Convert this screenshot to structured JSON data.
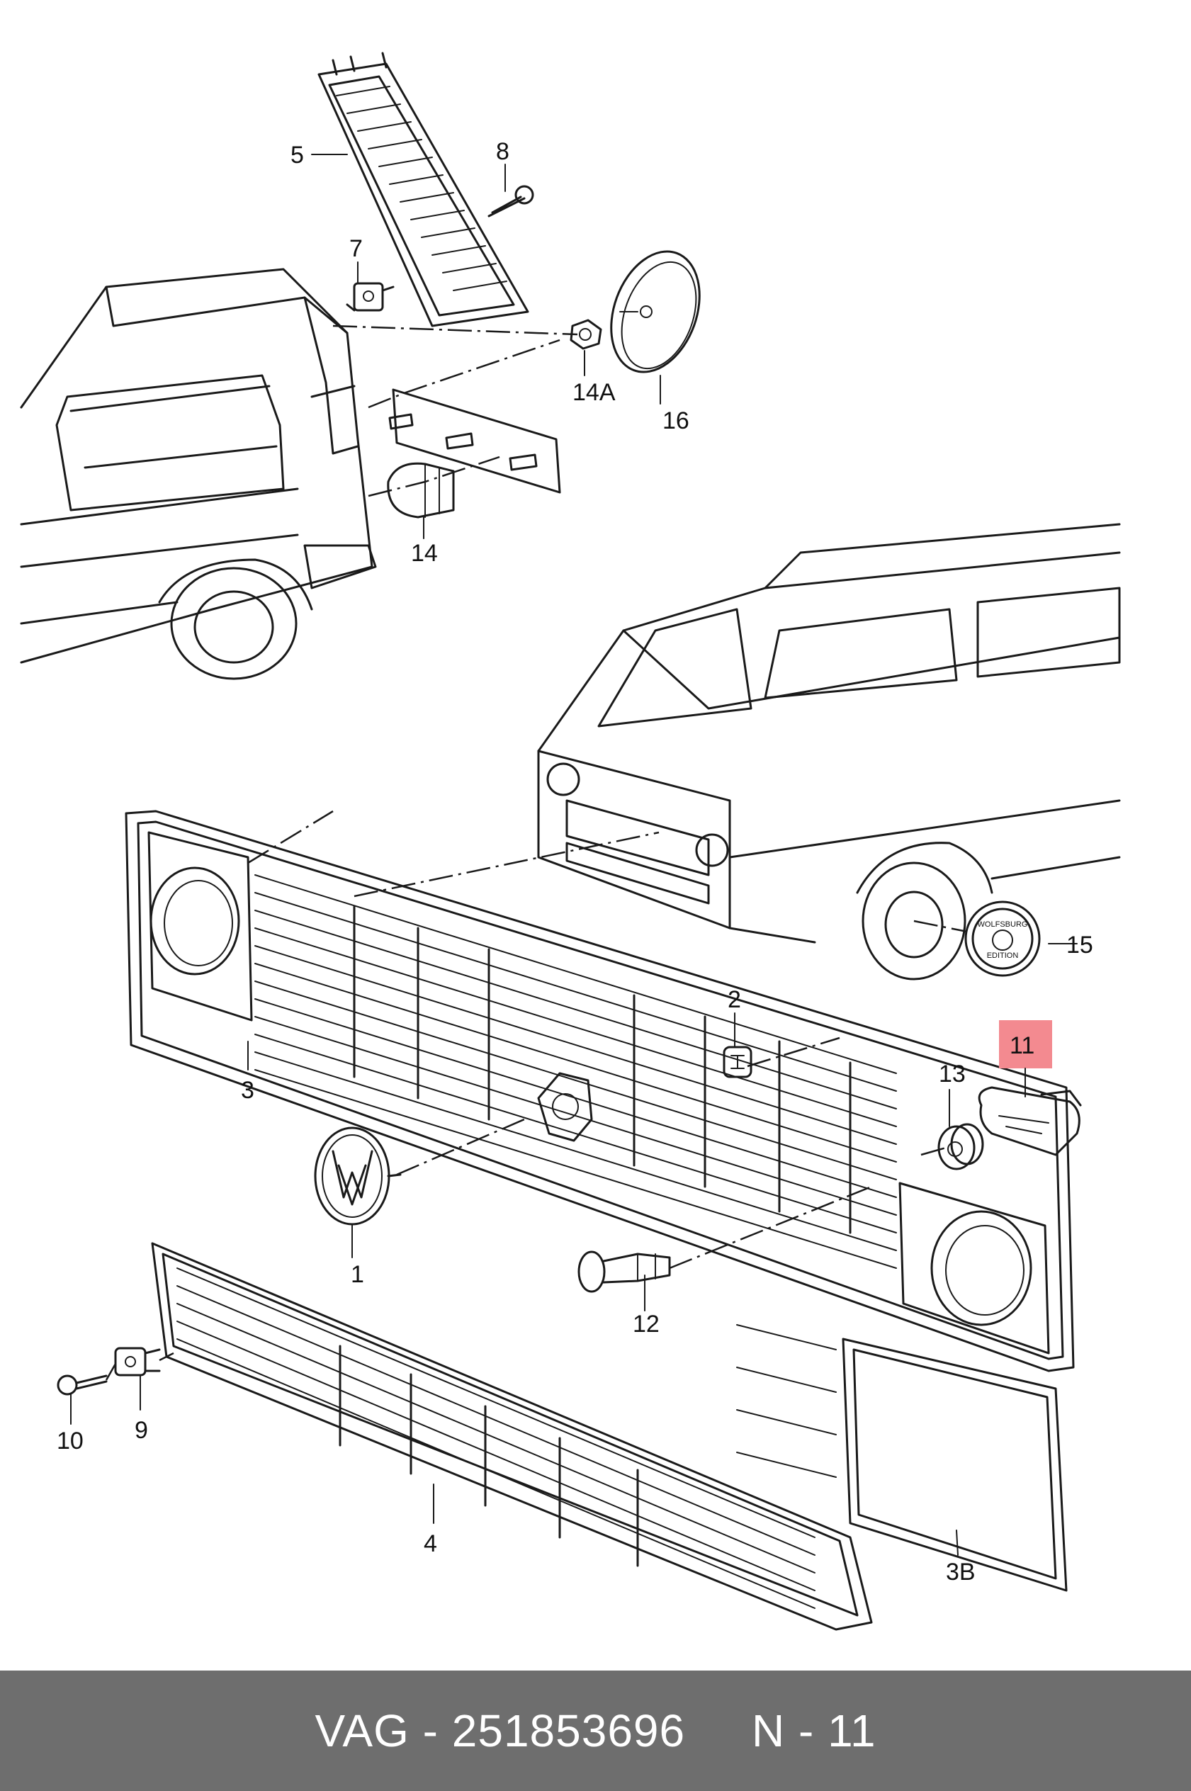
{
  "callouts": {
    "c1": "1",
    "c2": "2",
    "c3": "3",
    "c3b": "3B",
    "c4": "4",
    "c5": "5",
    "c7": "7",
    "c8": "8",
    "c9": "9",
    "c10": "10",
    "c11": "11",
    "c12": "12",
    "c13": "13",
    "c14": "14",
    "c14a": "14A",
    "c15": "15",
    "c16": "16"
  },
  "badge15": {
    "line1": "WOLFSBURG",
    "line2": "EDITION"
  },
  "footer": {
    "brand": "VAG",
    "part_number": "251853696",
    "item": "N - 11"
  },
  "colors": {
    "highlight": "#f38a90",
    "footer_bg": "#6e6e6e",
    "line": "#1a1a1a"
  }
}
